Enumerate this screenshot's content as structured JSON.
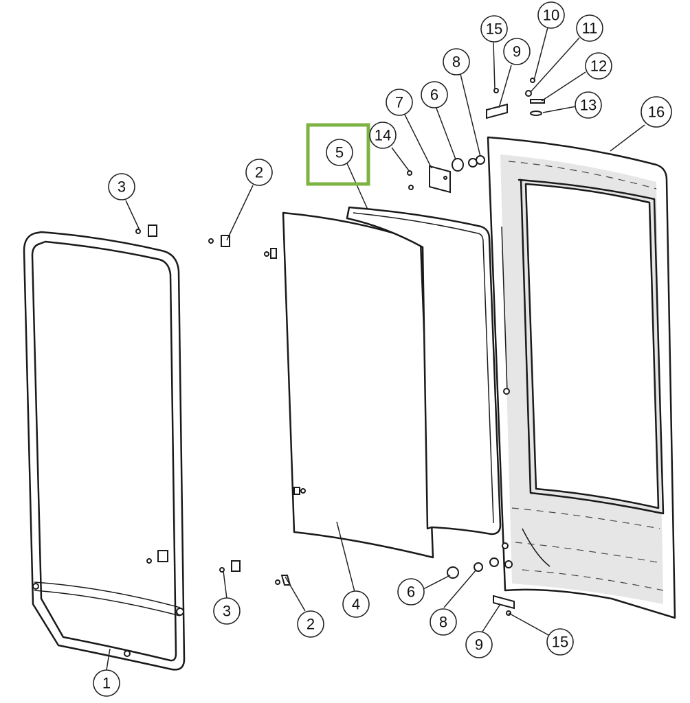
{
  "diagram": {
    "highlight_color": "#7cb342",
    "line_color": "#1a1a1a",
    "callouts": [
      {
        "label": "1"
      },
      {
        "label": "2"
      },
      {
        "label": "2"
      },
      {
        "label": "3"
      },
      {
        "label": "3"
      },
      {
        "label": "4"
      },
      {
        "label": "5"
      },
      {
        "label": "6"
      },
      {
        "label": "6"
      },
      {
        "label": "7"
      },
      {
        "label": "8"
      },
      {
        "label": "8"
      },
      {
        "label": "9"
      },
      {
        "label": "9"
      },
      {
        "label": "10"
      },
      {
        "label": "11"
      },
      {
        "label": "12"
      },
      {
        "label": "13"
      },
      {
        "label": "14"
      },
      {
        "label": "15"
      },
      {
        "label": "15"
      },
      {
        "label": "16"
      }
    ]
  }
}
